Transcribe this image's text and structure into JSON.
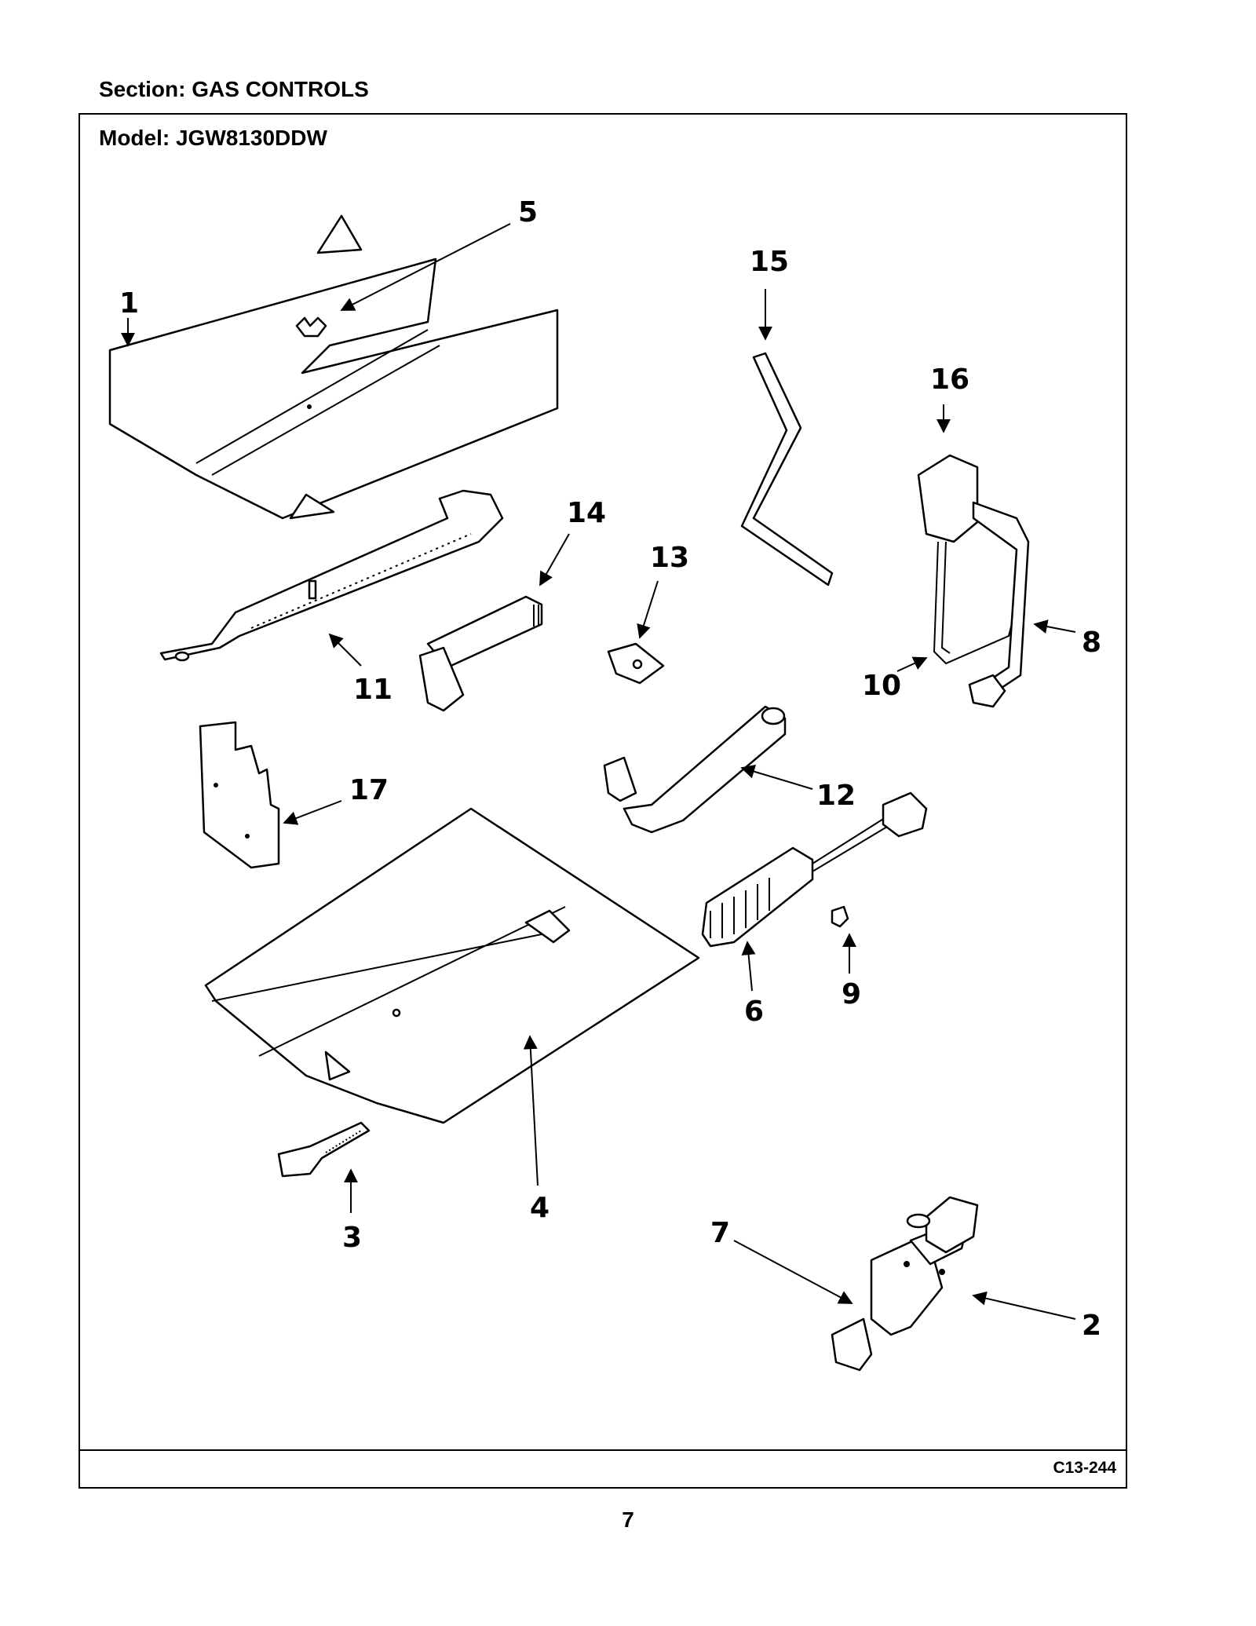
{
  "section_title": "Section:  GAS CONTROLS",
  "model_title": "Model:  JGW8130DDW",
  "drawing_code": "C13-244",
  "page_number": "7",
  "callouts": {
    "p1": "1",
    "p2": "2",
    "p3": "3",
    "p4": "4",
    "p5": "5",
    "p6": "6",
    "p7": "7",
    "p8": "8",
    "p9": "9",
    "p10": "10",
    "p11": "11",
    "p12": "12",
    "p13": "13",
    "p14": "14",
    "p15": "15",
    "p16": "16",
    "p17": "17"
  }
}
